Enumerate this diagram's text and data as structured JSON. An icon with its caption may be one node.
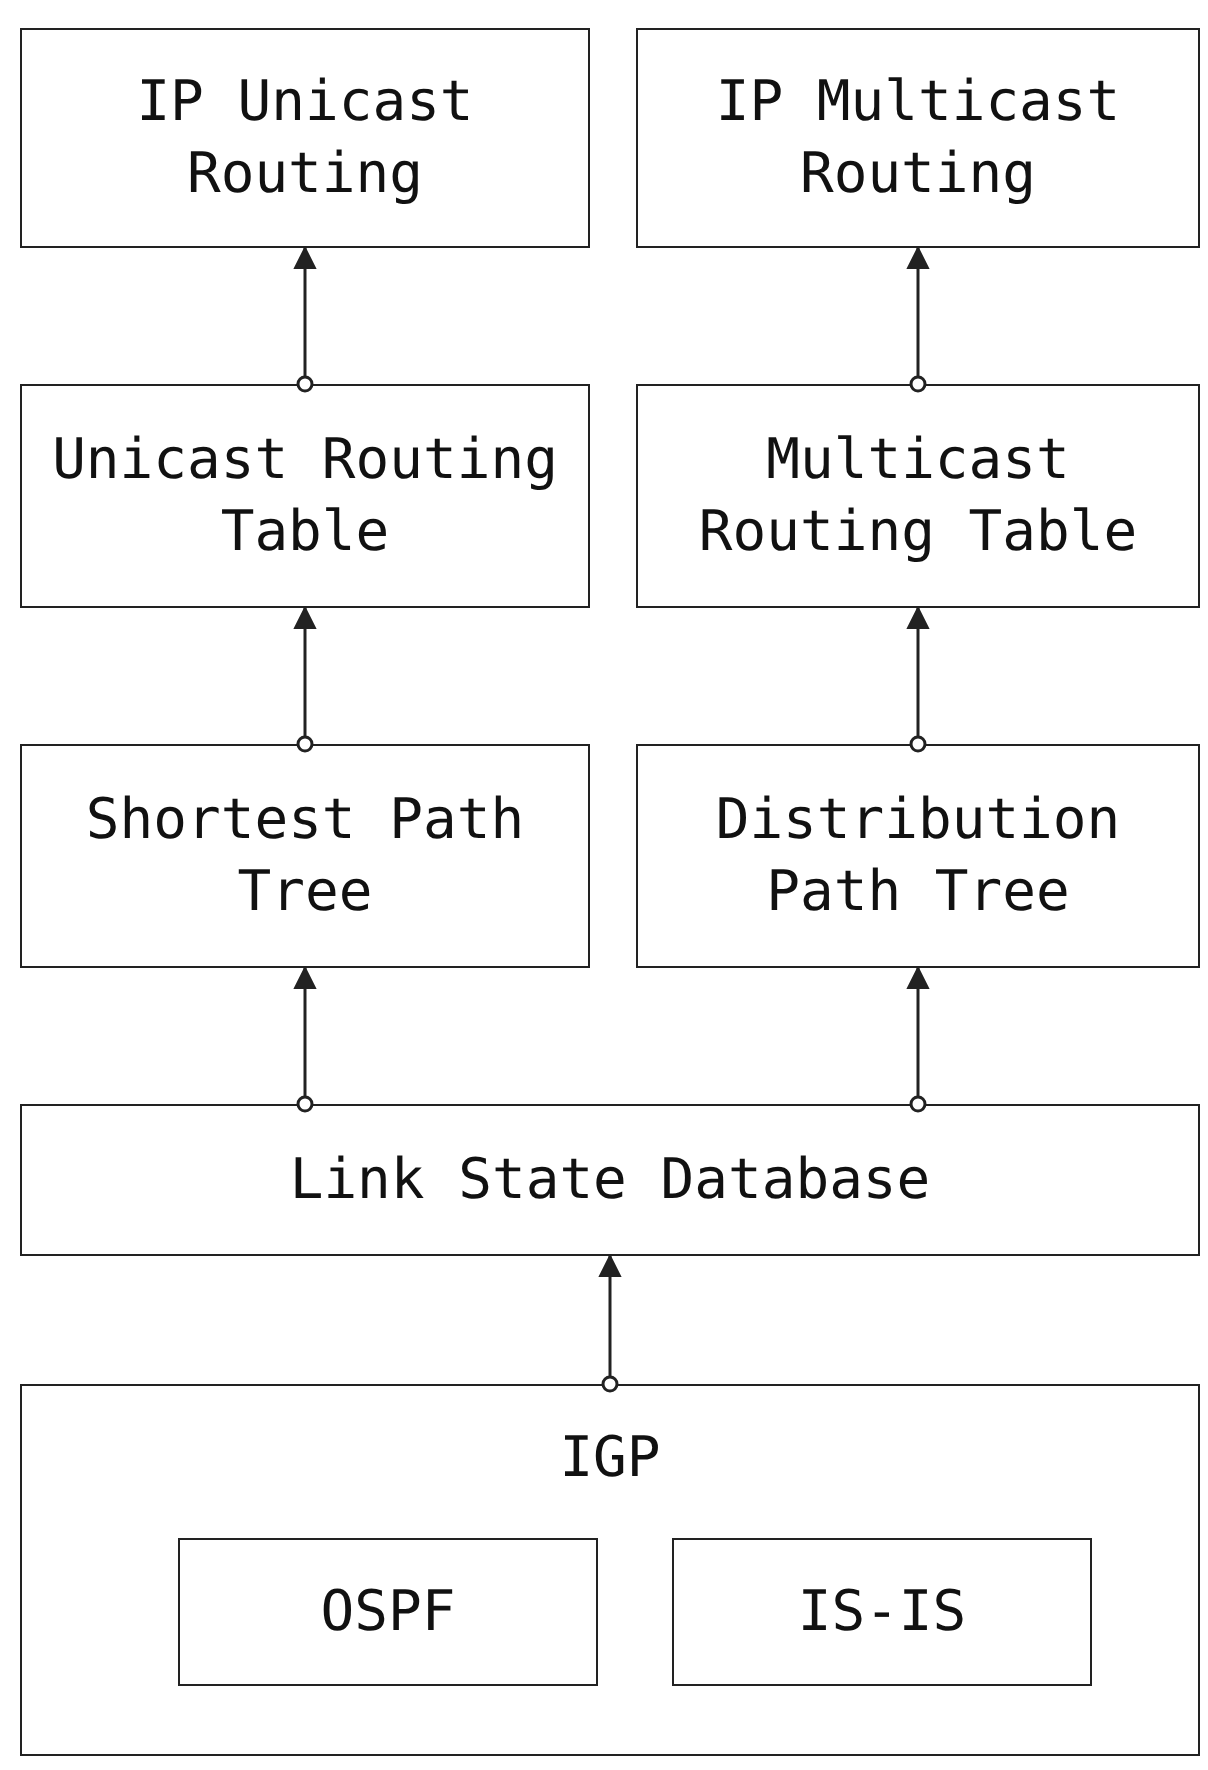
{
  "diagram": {
    "nodes": [
      {
        "text": [
          "IP Unicast Routing"
        ]
      },
      {
        "text": [
          "IP Multicast Routing"
        ]
      },
      {
        "text": [
          "Unicast Routing Table"
        ]
      },
      {
        "text": [
          "Multicast Routing Table"
        ]
      },
      {
        "text": [
          "Shortest Path Tree"
        ]
      },
      {
        "text": [
          "Distribution Path Tree"
        ]
      },
      {
        "text": [
          "Link State Database"
        ]
      },
      {
        "text": [
          "IGP"
        ]
      },
      {
        "text": [
          "OSPF"
        ],
        "in": 7
      },
      {
        "text": [
          "IS-IS"
        ],
        "in": 7
      }
    ],
    "edges": [
      {
        "from": 2,
        "to": 0,
        "arrow": "to"
      },
      {
        "from": 3,
        "to": 1,
        "arrow": "to"
      },
      {
        "from": 4,
        "to": 2,
        "arrow": "to"
      },
      {
        "from": 5,
        "to": 3,
        "arrow": "to"
      },
      {
        "from": 6,
        "to": 4,
        "arrow": "to"
      },
      {
        "from": 6,
        "to": 5,
        "arrow": "to"
      },
      {
        "from": 7,
        "to": 6,
        "arrow": "to"
      }
    ]
  }
}
